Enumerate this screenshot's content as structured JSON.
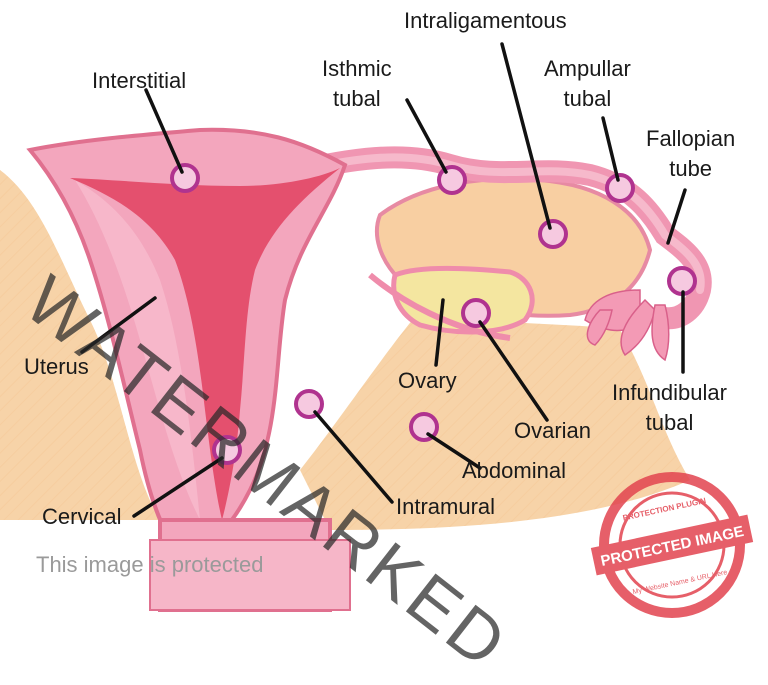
{
  "labels": {
    "interstitial": "Interstitial",
    "isthmic": [
      "Isthmic",
      "tubal"
    ],
    "intraligamentous": "Intraligamentous",
    "ampullar": [
      "Ampullar",
      "tubal"
    ],
    "fallopian": [
      "Fallopian",
      "tube"
    ],
    "uterus": "Uterus",
    "ovary": "Ovary",
    "ovarian": "Ovarian",
    "infundibular": [
      "Infundibular",
      "tubal"
    ],
    "abdominal": "Abdominal",
    "cervical": "Cervical",
    "intramural": "Intramural"
  },
  "watermark": "WATERMARKED",
  "protected_notice": "This image is protected",
  "stamp": {
    "top": "PROTECTION PLUGIN",
    "center": "PROTECTED IMAGE",
    "bottom": "My Website Name & URL Here"
  },
  "colors": {
    "tissue": "#f3a6bd",
    "tissue_dark": "#e0708f",
    "cavity": "#e4506e",
    "background_tissue": "#f7d3a8",
    "ovary": "#f4e6a0",
    "implant_ring": "#b0338f",
    "stamp": "#e2444f"
  }
}
